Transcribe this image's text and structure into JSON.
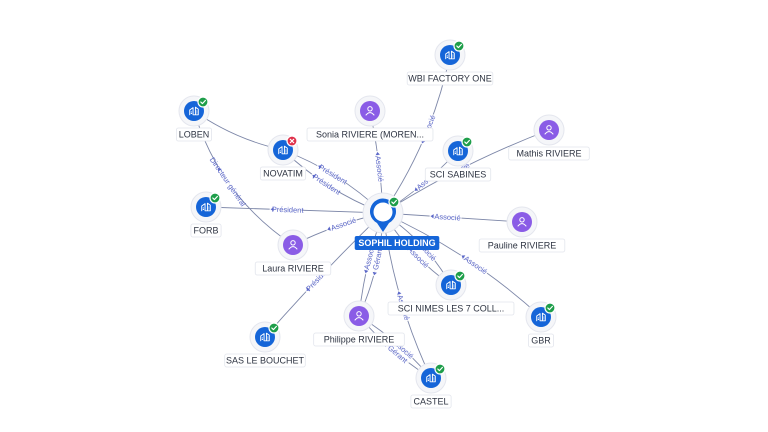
{
  "colors": {
    "company": "#1565d8",
    "person": "#8a5ce6",
    "active": "#1e9e4a",
    "closed": "#e0314b",
    "edge": "#7d87a8",
    "edge_label": "#5b67c8"
  },
  "center": {
    "label": "SOPHIL HOLDING",
    "icon": "building-icon",
    "status": "active"
  },
  "nodes": [
    {
      "id": "wbi",
      "label": "WBI FACTORY ONE",
      "kind": "company",
      "status": "active"
    },
    {
      "id": "loben",
      "label": "LOBEN",
      "kind": "company",
      "status": "active"
    },
    {
      "id": "sonia",
      "label": "Sonia RIVIERE (MOREN...",
      "kind": "person"
    },
    {
      "id": "novatim",
      "label": "NOVATIM",
      "kind": "company",
      "status": "closed"
    },
    {
      "id": "sabines",
      "label": "SCI SABINES",
      "kind": "company",
      "status": "active"
    },
    {
      "id": "mathis",
      "label": "Mathis RIVIERE",
      "kind": "person"
    },
    {
      "id": "forb",
      "label": "FORB",
      "kind": "company",
      "status": "active"
    },
    {
      "id": "laura",
      "label": "Laura RIVIERE",
      "kind": "person"
    },
    {
      "id": "pauline",
      "label": "Pauline RIVIERE",
      "kind": "person"
    },
    {
      "id": "nimes",
      "label": "SCI NIMES LES 7 COLL...",
      "kind": "company",
      "status": "active"
    },
    {
      "id": "gbr",
      "label": "GBR",
      "kind": "company",
      "status": "active"
    },
    {
      "id": "sas",
      "label": "SAS LE BOUCHET",
      "kind": "company",
      "status": "active"
    },
    {
      "id": "philippe",
      "label": "Philippe RIVIERE",
      "kind": "person"
    },
    {
      "id": "castel",
      "label": "CASTEL",
      "kind": "company",
      "status": "active"
    }
  ],
  "edges": [
    {
      "from": "center",
      "to": "wbi",
      "label": "Associé"
    },
    {
      "from": "sonia",
      "to": "center",
      "label": "Associé"
    },
    {
      "from": "center",
      "to": "novatim",
      "label": "Président"
    },
    {
      "from": "center",
      "to": "novatim",
      "label": "Président"
    },
    {
      "from": "center",
      "to": "sabines",
      "label": "Associé"
    },
    {
      "from": "mathis",
      "to": "center",
      "label": "Associé"
    },
    {
      "from": "center",
      "to": "forb",
      "label": "Président"
    },
    {
      "from": "laura",
      "to": "center",
      "label": "Associé"
    },
    {
      "from": "pauline",
      "to": "center",
      "label": "Associé"
    },
    {
      "from": "center",
      "to": "nimes",
      "label": "Associé"
    },
    {
      "from": "center",
      "to": "gbr",
      "label": "Associé"
    },
    {
      "from": "center",
      "to": "sas",
      "label": "Président"
    },
    {
      "from": "philippe",
      "to": "center",
      "label": "Gérant"
    },
    {
      "from": "philippe",
      "to": "center",
      "label": "Associé"
    },
    {
      "from": "center",
      "to": "castel",
      "label": "Associé"
    },
    {
      "from": "philippe",
      "to": "castel",
      "label": "Gérant"
    },
    {
      "from": "philippe",
      "to": "castel",
      "label": "Associé"
    },
    {
      "from": "laura",
      "to": "loben",
      "label": "Directeur général"
    },
    {
      "from": "loben",
      "to": "novatim",
      "label": ""
    },
    {
      "from": "center",
      "to": "nimes",
      "label": "Associé"
    }
  ]
}
